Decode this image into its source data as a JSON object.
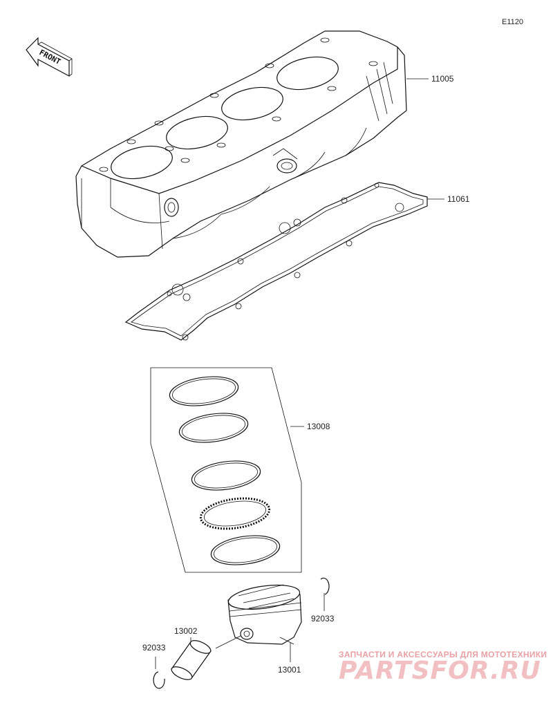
{
  "diagram_code": "E1120",
  "front_label": "FRONT",
  "parts": {
    "cylinder": "11005",
    "gasket": "11061",
    "rings": "13008",
    "piston": "13001",
    "pin": "13002",
    "clip_left": "92033",
    "clip_right": "92033"
  },
  "watermark": {
    "tagline": "ЗАПЧАСТИ И АКСЕССУАРЫ ДЛЯ МОТОТЕХНИКИ",
    "logo": "PARTSFOR.RU"
  }
}
